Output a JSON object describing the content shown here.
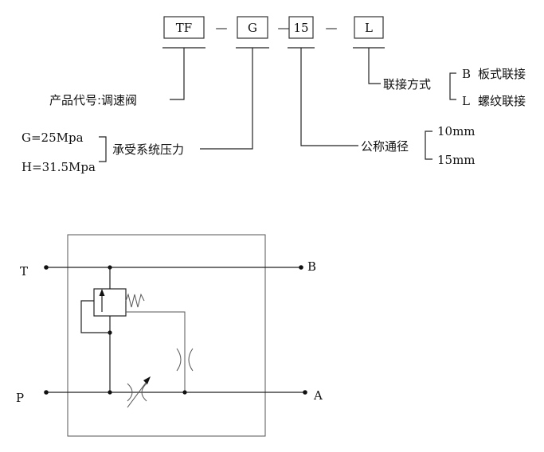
{
  "code": {
    "boxes": [
      "TF",
      "G",
      "15",
      "L"
    ],
    "separator": "—"
  },
  "product": {
    "label": "产品代号:调速阀"
  },
  "pressure": {
    "options": [
      "G=25Mpa",
      "H=31.5Mpa"
    ],
    "label": "承受系统压力"
  },
  "bore": {
    "label": "公称通径",
    "options": [
      "10mm",
      "15mm"
    ]
  },
  "connection": {
    "label": "联接方式",
    "options": [
      {
        "code": "B",
        "desc": "板式联接"
      },
      {
        "code": "L",
        "desc": "螺纹联接"
      }
    ]
  },
  "schematic": {
    "ports": {
      "T": "T",
      "B": "B",
      "P": "P",
      "A": "A"
    }
  }
}
